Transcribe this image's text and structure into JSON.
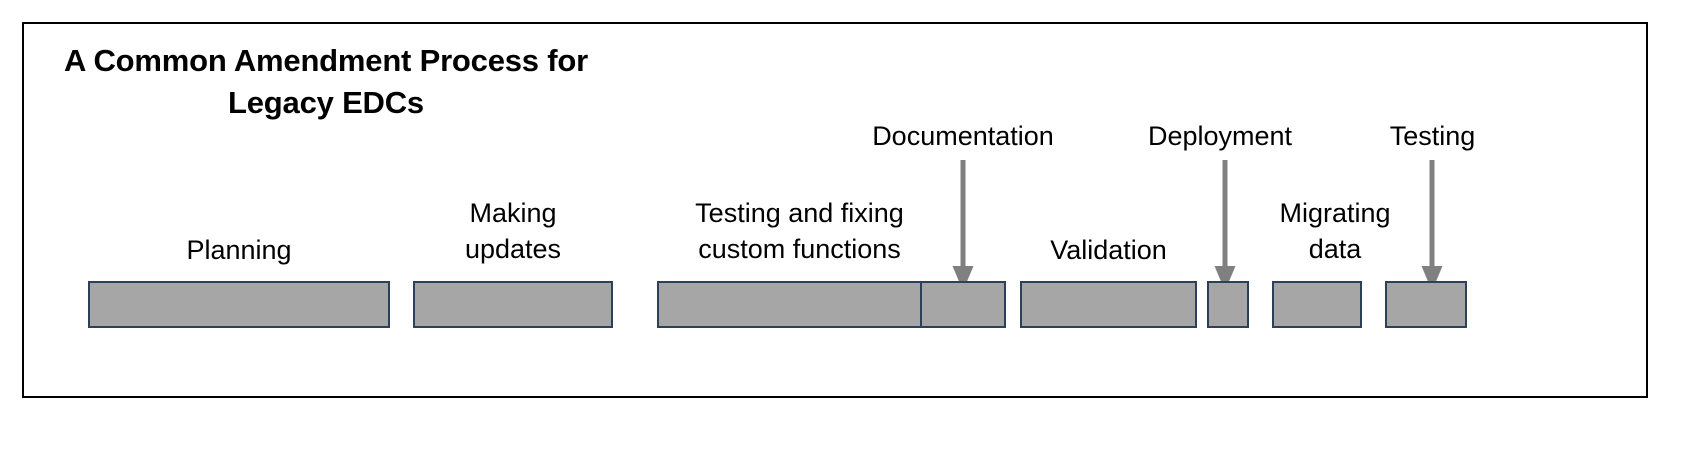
{
  "diagram": {
    "title": "A Common Amendment Process\nfor Legacy EDCs",
    "frame_color": "#000000",
    "bar_fill": "#a6a6a6",
    "bar_border": "#2e3f5c",
    "arrow_color": "#808080",
    "steps": [
      {
        "label": "Planning",
        "label_style": "above-bar"
      },
      {
        "label": "Making\nupdates",
        "label_style": "above-bar"
      },
      {
        "label": "Testing and fixing\ncustom functions",
        "label_style": "above-bar"
      },
      {
        "label": "Documentation",
        "label_style": "callout-arrow"
      },
      {
        "label": "Validation",
        "label_style": "above-bar"
      },
      {
        "label": "Deployment",
        "label_style": "callout-arrow"
      },
      {
        "label": "Migrating\ndata",
        "label_style": "above-bar"
      },
      {
        "label": "Testing",
        "label_style": "callout-arrow"
      }
    ]
  }
}
